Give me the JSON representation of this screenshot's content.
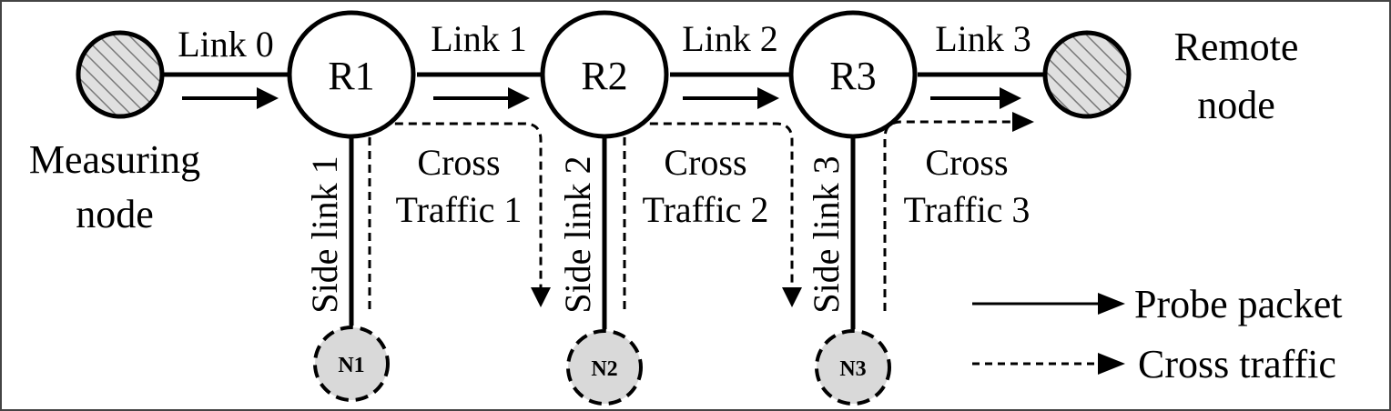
{
  "nodes": {
    "measuring": {
      "label_line1": "Measuring",
      "label_line2": "node"
    },
    "remote": {
      "label_line1": "Remote",
      "label_line2": "node"
    },
    "routers": [
      "R1",
      "R2",
      "R3"
    ],
    "side_nodes": [
      "N1",
      "N2",
      "N3"
    ]
  },
  "links": [
    "Link 0",
    "Link 1",
    "Link 2",
    "Link 3"
  ],
  "side_links": [
    "Side link 1",
    "Side link 2",
    "Side link 3"
  ],
  "cross_traffic": [
    {
      "line1": "Cross",
      "line2": "Traffic 1"
    },
    {
      "line1": "Cross",
      "line2": "Traffic 2"
    },
    {
      "line1": "Cross",
      "line2": "Traffic 3"
    }
  ],
  "legend": {
    "probe": "Probe packet",
    "cross": "Cross traffic"
  }
}
